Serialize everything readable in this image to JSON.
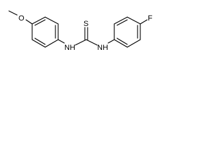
{
  "molecule": {
    "atoms": {
      "methyl": "",
      "oxygen": "O",
      "nh_left": "NH",
      "sulfur": "S",
      "nh_right": "NH",
      "fluorine": "F"
    }
  }
}
